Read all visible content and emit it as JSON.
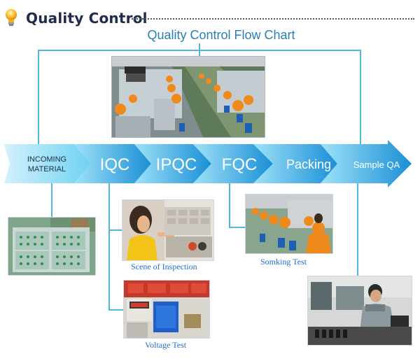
{
  "header": {
    "title": "Quality Control",
    "icon": "lightbulb-icon"
  },
  "flow": {
    "title": "Quality Control Flow Chart",
    "steps": [
      {
        "label_line1": "INCOMING",
        "label_line2": "MATERIAL"
      },
      {
        "label": "IQC"
      },
      {
        "label": "IPQC"
      },
      {
        "label": "FQC"
      },
      {
        "label": "Packing"
      },
      {
        "label": "Sample QA"
      }
    ]
  },
  "photos": {
    "inspection_caption": "Scene of  Inspection",
    "voltage_caption": "Voltage Test",
    "smoking_caption": "Somking Test"
  },
  "colors": {
    "arrow_light": "#d4f1fb",
    "arrow_mid": "#5ccdf0",
    "arrow_dark": "#1a8fd6",
    "connector": "#4fb7dc",
    "caption": "#1e6fd1",
    "title_blue": "#2a7fb0"
  }
}
